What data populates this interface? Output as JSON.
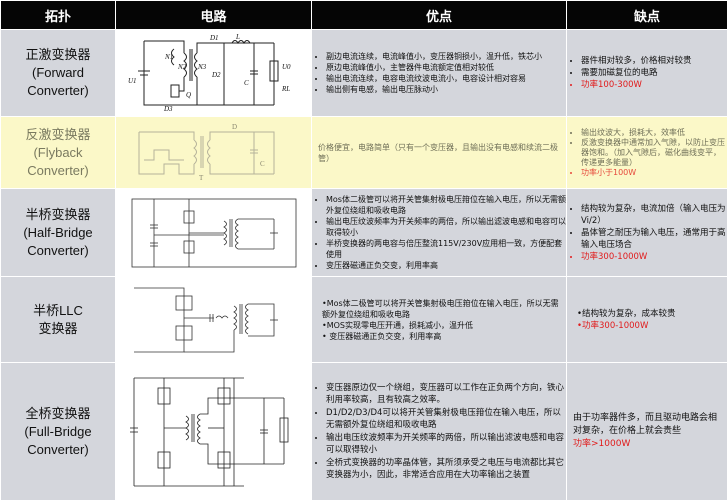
{
  "header": {
    "col1": "拓扑",
    "col2": "电路",
    "col3": "优点",
    "col4": "缺点"
  },
  "rows": [
    {
      "topo_cn": "正激变换器",
      "topo_en": [
        "(Forward",
        "Converter)"
      ],
      "adv": [
        "副边电流连续，电流峰值小，变压器铜损小，温升低，铁芯小",
        "原边电流峰值小，主管器件电流额定值相对较低",
        "输出电流连续，电容电流纹波电流小，电容设计相对容易",
        "输出侧有电感，输出电压脉动小"
      ],
      "dis": [
        "器件相对较多，价格相对较贵",
        "需要加磁复位的电路"
      ],
      "dis_red": "功率100-300W"
    },
    {
      "topo_cn": "反激变换器",
      "topo_en": [
        "(Flyback",
        "Converter)"
      ],
      "adv_text": "价格便宜，电路简单（只有一个变压器，且输出没有电感和续流二极管）",
      "dis": [
        "输出纹波大，损耗大，效率低",
        "反激变换器中通常加入气隙，以防止变压器饱和。（加入气隙后，磁化曲线变平，传递更多能量）"
      ],
      "dis_red": "功率小于100W"
    },
    {
      "topo_cn": "半桥变换器",
      "topo_en": [
        "(Half-Bridge",
        "Converter)"
      ],
      "adv": [
        "Mos体二极管可以将开关管集射极电压箝位在输入电压，所以无需额外复位绕组和吸收电路",
        "输出电压纹波频率为开关频率的两倍，所以输出滤波电感和电容可以取得较小",
        "半桥变换器的两电容与倍压整流115V/230V应用相一致，方便配套使用",
        "变压器磁通正负交变，利用率高"
      ],
      "dis": [
        "结构较为复杂，电流加倍（输入电压为Vi/2）",
        "晶体管之耐压为输入电压，通常用于高输入电压场合"
      ],
      "dis_red": "功率300-1000W"
    },
    {
      "topo_cn": "半桥LLC",
      "topo_cn2": "变换器",
      "adv": [
        "Mos体二极管可以将开关管集射极电压箝位在输入电压，所以无需额外复位绕组和吸收电路",
        "MOS实现零电压开通，损耗减小，温升低",
        "变压器磁通正负交变，利用率高"
      ],
      "dis": [
        "结构较为复杂，成本较贵"
      ],
      "dis_red": "功率300-1000W"
    },
    {
      "topo_cn": "全桥变换器",
      "topo_en": [
        "(Full-Bridge",
        "Converter)"
      ],
      "adv": [
        "变压器原边仅一个绕组，变压器可以工作在正负两个方向，铁心利用率较高，且有较高之效率。",
        "D1/D2/D3/D4可以将开关管集射极电压箝位在输入电压，所以无需额外复位绕组和吸收电路",
        "输出电压纹波频率为开关频率的两倍，所以输出滤波电感和电容可以取得较小",
        "全桥式变换器的功率晶体管，其所须承受之电压与电流都比其它变换器为小，因此，非常适合应用在大功率输出之装置"
      ],
      "dis_text": "由于功率器件多，而且驱动电路会相对复杂，在价格上就会贵些",
      "dis_red": "功率>1000W"
    }
  ],
  "circuit_labels": {
    "fwd": [
      "D1",
      "L",
      "N1",
      "N2",
      "N3",
      "D2",
      "C",
      "U0",
      "RL",
      "U1",
      "D3",
      "Q"
    ],
    "fly": [
      "D",
      "C",
      "T"
    ]
  },
  "colors": {
    "header_bg": "#050505",
    "cell_bg": "#d4d6dc",
    "highlight_bg": "#fbf8c8",
    "accent_red": "#e11b1b"
  }
}
